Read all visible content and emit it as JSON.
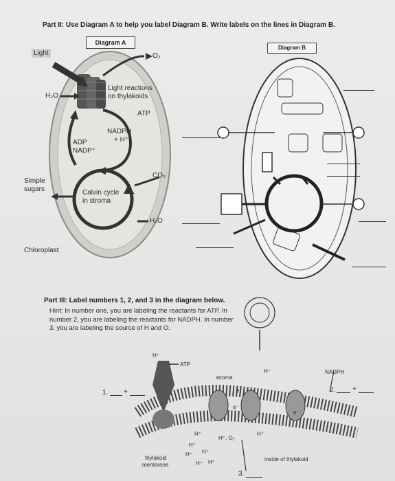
{
  "part2": {
    "instruction": "Part II: Use Diagram A to help you label Diagram B. Write labels on the lines in Diagram B.",
    "diagram_a": {
      "title": "Diagram A",
      "light": "Light",
      "o2": "O₂",
      "h2o_top": "H₂O",
      "light_reactions": "Light reactions",
      "on_thylakoids": "on thylakoids",
      "atp": "ATP",
      "nadph": "NADPH",
      "h_plus": "+ H⁺",
      "adp": "ADP",
      "nadp": "NADP⁺",
      "simple": "Simple",
      "sugars": "sugars",
      "co2": "CO₂",
      "calvin": "Calvin cycle",
      "in_stroma": "in stroma",
      "h2o_bottom": "H₂O",
      "chloroplast": "Chloroplast"
    },
    "diagram_b": {
      "title": "Diagram B"
    }
  },
  "part3": {
    "instruction": "Part III: Label numbers 1, 2, and 3 in the diagram below.",
    "hint": "Hint: In number one, you are labeling the reactants for ATP. In number 2, you are labeling the reactants for NADPH. In number 3, you are labeling the source of H and O.",
    "labels": {
      "h_top": "H⁺",
      "atp": "ATP",
      "stroma": "stroma",
      "h_right": "H⁺",
      "nadph": "NADPH",
      "num1": "1.",
      "plus1": "+",
      "num2": "2.",
      "plus2": "+",
      "e1": "e⁻",
      "e2": "e⁻",
      "e3": "e⁻",
      "h_a": "H⁺",
      "h_b": "H⁺",
      "h_c": "H⁺",
      "h_d": "H⁺",
      "h_e": "H⁺",
      "h_f": "H⁺",
      "h_o2": "H⁺, O₂",
      "h_right2": "H⁺",
      "thylakoid": "thylakoid",
      "membrane": "membrane",
      "inside": "inside of thylakoid",
      "num3": "3."
    }
  }
}
